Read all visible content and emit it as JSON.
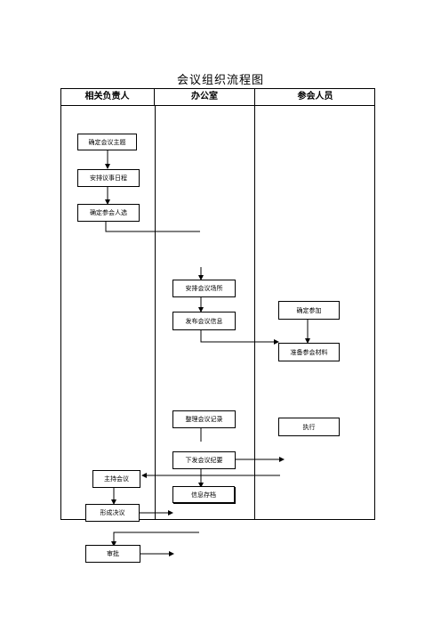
{
  "title": "会议组织流程图",
  "columns": [
    "相关负责人",
    "办公室",
    "参会人员"
  ],
  "nodes": {
    "confirm_topic": "确定会议主题",
    "arrange_agenda": "安排议事日程",
    "confirm_attendees": "确定参会人选",
    "arrange_venue": "安排会议场所",
    "publish_info": "发布会议信息",
    "confirm_attend": "确定参加",
    "prepare_materials": "准备参会材料",
    "organize_minutes": "整理会议记录",
    "execute": "执行",
    "issue_summary": "下发会议纪要",
    "host_meeting": "主持会议",
    "archive": "信息存档",
    "form_resolution": "形成决议",
    "approve": "审批"
  }
}
